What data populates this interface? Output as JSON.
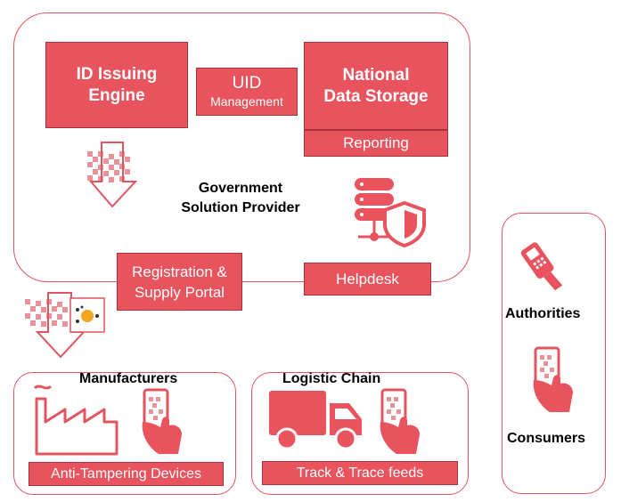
{
  "government": {
    "label_line1": "Government",
    "label_line2": "Solution Provider",
    "id_engine_line1": "ID Issuing",
    "id_engine_line2": "Engine",
    "uid_title": "UID",
    "uid_sub": "Management",
    "nds_line1": "National",
    "nds_line2": "Data Storage",
    "reporting": "Reporting",
    "registration_line1": "Registration &",
    "registration_line2": "Supply Portal",
    "helpdesk": "Helpdesk"
  },
  "manufacturers": {
    "title": "Manufacturers",
    "devices": "Anti-Tampering Devices"
  },
  "logistic": {
    "title": "Logistic Chain",
    "feeds": "Track & Trace feeds"
  },
  "right_panel": {
    "authorities": "Authorities",
    "consumers": "Consumers"
  },
  "colors": {
    "accent": "#e8535d",
    "accent_border": "#a8323a",
    "frame": "#e05560"
  },
  "icons": [
    "qr-code-icon",
    "down-arrow-icon",
    "database-shield-icon",
    "tamper-seal-icon",
    "factory-icon",
    "phone-scan-icon",
    "truck-icon",
    "handheld-scanner-icon"
  ]
}
